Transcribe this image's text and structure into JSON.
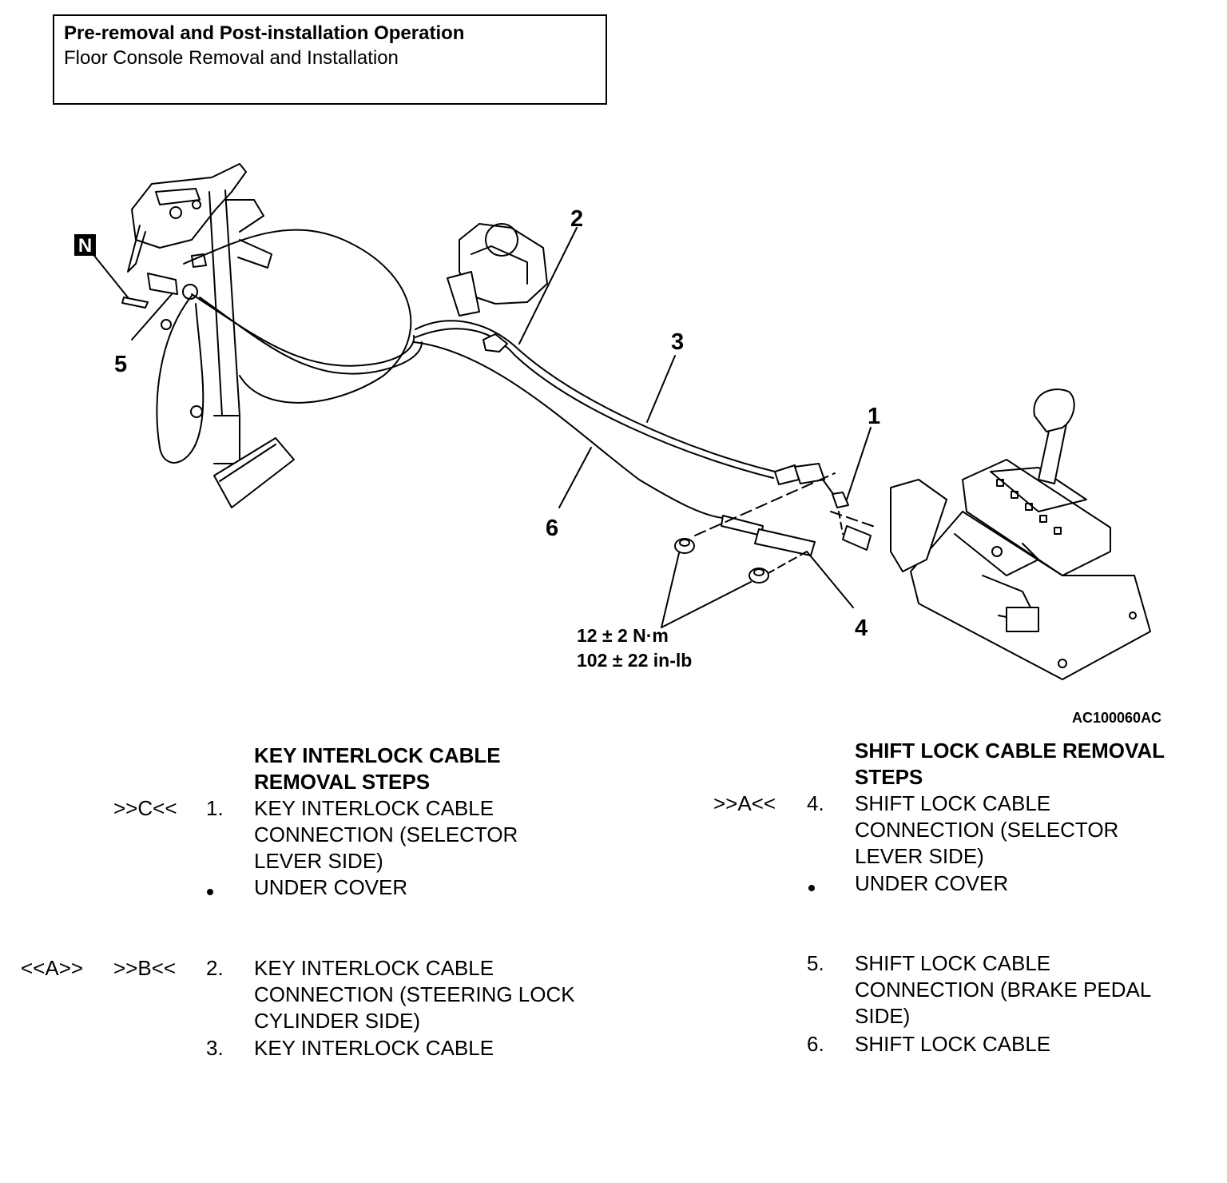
{
  "header": {
    "title": "Pre-removal and Post-installation Operation",
    "subtitle": "Floor Console Removal and Installation"
  },
  "diagram": {
    "callouts": [
      "1",
      "2",
      "3",
      "4",
      "5",
      "6"
    ],
    "marker_n": "N",
    "torque_line1": "12 ± 2 N·m",
    "torque_line2": "102 ± 22 in-lb",
    "figure_id": "AC100060AC"
  },
  "left_steps": {
    "heading_line1": "KEY INTERLOCK CABLE",
    "heading_line2": "REMOVAL STEPS",
    "s1_ref": ">>C<<",
    "s1_num": "1.",
    "s1_l1": "KEY INTERLOCK CABLE",
    "s1_l2": "CONNECTION (SELECTOR",
    "s1_l3": "LEVER SIDE)",
    "bullet": "UNDER COVER",
    "s2_ref1": "<<A>>",
    "s2_ref2": ">>B<<",
    "s2_num": "2.",
    "s2_l1": "KEY INTERLOCK CABLE",
    "s2_l2": "CONNECTION (STEERING LOCK",
    "s2_l3": "CYLINDER SIDE)",
    "s3_num": "3.",
    "s3_l1": "KEY INTERLOCK CABLE"
  },
  "right_steps": {
    "heading_line1": "SHIFT LOCK CABLE REMOVAL",
    "heading_line2": "STEPS",
    "s4_ref": ">>A<<",
    "s4_num": "4.",
    "s4_l1": "SHIFT LOCK CABLE",
    "s4_l2": "CONNECTION (SELECTOR",
    "s4_l3": "LEVER SIDE)",
    "bullet": "UNDER COVER",
    "s5_num": "5.",
    "s5_l1": "SHIFT LOCK CABLE",
    "s5_l2": "CONNECTION (BRAKE PEDAL",
    "s5_l3": "SIDE)",
    "s6_num": "6.",
    "s6_l1": "SHIFT LOCK CABLE"
  }
}
